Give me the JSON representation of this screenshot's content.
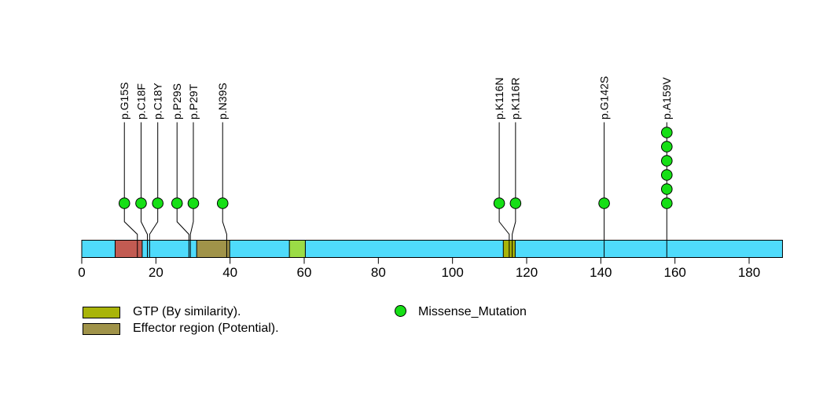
{
  "chart_data": {
    "type": "lollipop",
    "title": "",
    "xlabel": "",
    "ylabel": "",
    "protein_length": 189,
    "axis_ticks": [
      0,
      20,
      40,
      60,
      80,
      100,
      120,
      140,
      160,
      180
    ],
    "bar_color": "#4FDBFB",
    "mutation_color": "#16DF16",
    "mutations": [
      {
        "label": "p.G15S",
        "pos": 15.0,
        "label_pos": 11.5,
        "count": 1
      },
      {
        "label": "p.C18F",
        "pos": 17.7,
        "label_pos": 16.0,
        "count": 1
      },
      {
        "label": "p.C18Y",
        "pos": 18.3,
        "label_pos": 20.5,
        "count": 1
      },
      {
        "label": "p.P29S",
        "pos": 28.9,
        "label_pos": 25.7,
        "count": 1
      },
      {
        "label": "p.P29T",
        "pos": 29.3,
        "label_pos": 30.1,
        "count": 1
      },
      {
        "label": "p.N39S",
        "pos": 39.1,
        "label_pos": 38.0,
        "count": 1
      },
      {
        "label": "p.K116N",
        "pos": 115.3,
        "label_pos": 112.6,
        "count": 1
      },
      {
        "label": "p.K116R",
        "pos": 116.1,
        "label_pos": 117.0,
        "count": 1
      },
      {
        "label": "p.G142S",
        "pos": 140.9,
        "label_pos": 140.9,
        "count": 1
      },
      {
        "label": "p.A159V",
        "pos": 157.8,
        "label_pos": 157.8,
        "count": 6
      }
    ],
    "domains": [
      {
        "name": "region-1",
        "start": 9.0,
        "end": 16.3,
        "color": "#C25B52"
      },
      {
        "name": "effector-region",
        "start": 31.0,
        "end": 39.9,
        "color": "#A09349"
      },
      {
        "name": "gtp-site-1",
        "start": 56.0,
        "end": 60.3,
        "color": "#9BDC46"
      },
      {
        "name": "gtp-site-2",
        "start": 113.7,
        "end": 116.9,
        "color": "#A9B408"
      }
    ]
  },
  "legend": {
    "items": [
      {
        "label": "GTP (By similarity).",
        "color": "#A9B408",
        "shape": "rect"
      },
      {
        "label": "Effector region (Potential).",
        "color": "#A09349",
        "shape": "rect"
      },
      {
        "label": "Missense_Mutation",
        "color": "#16DF16",
        "shape": "circle"
      }
    ]
  }
}
